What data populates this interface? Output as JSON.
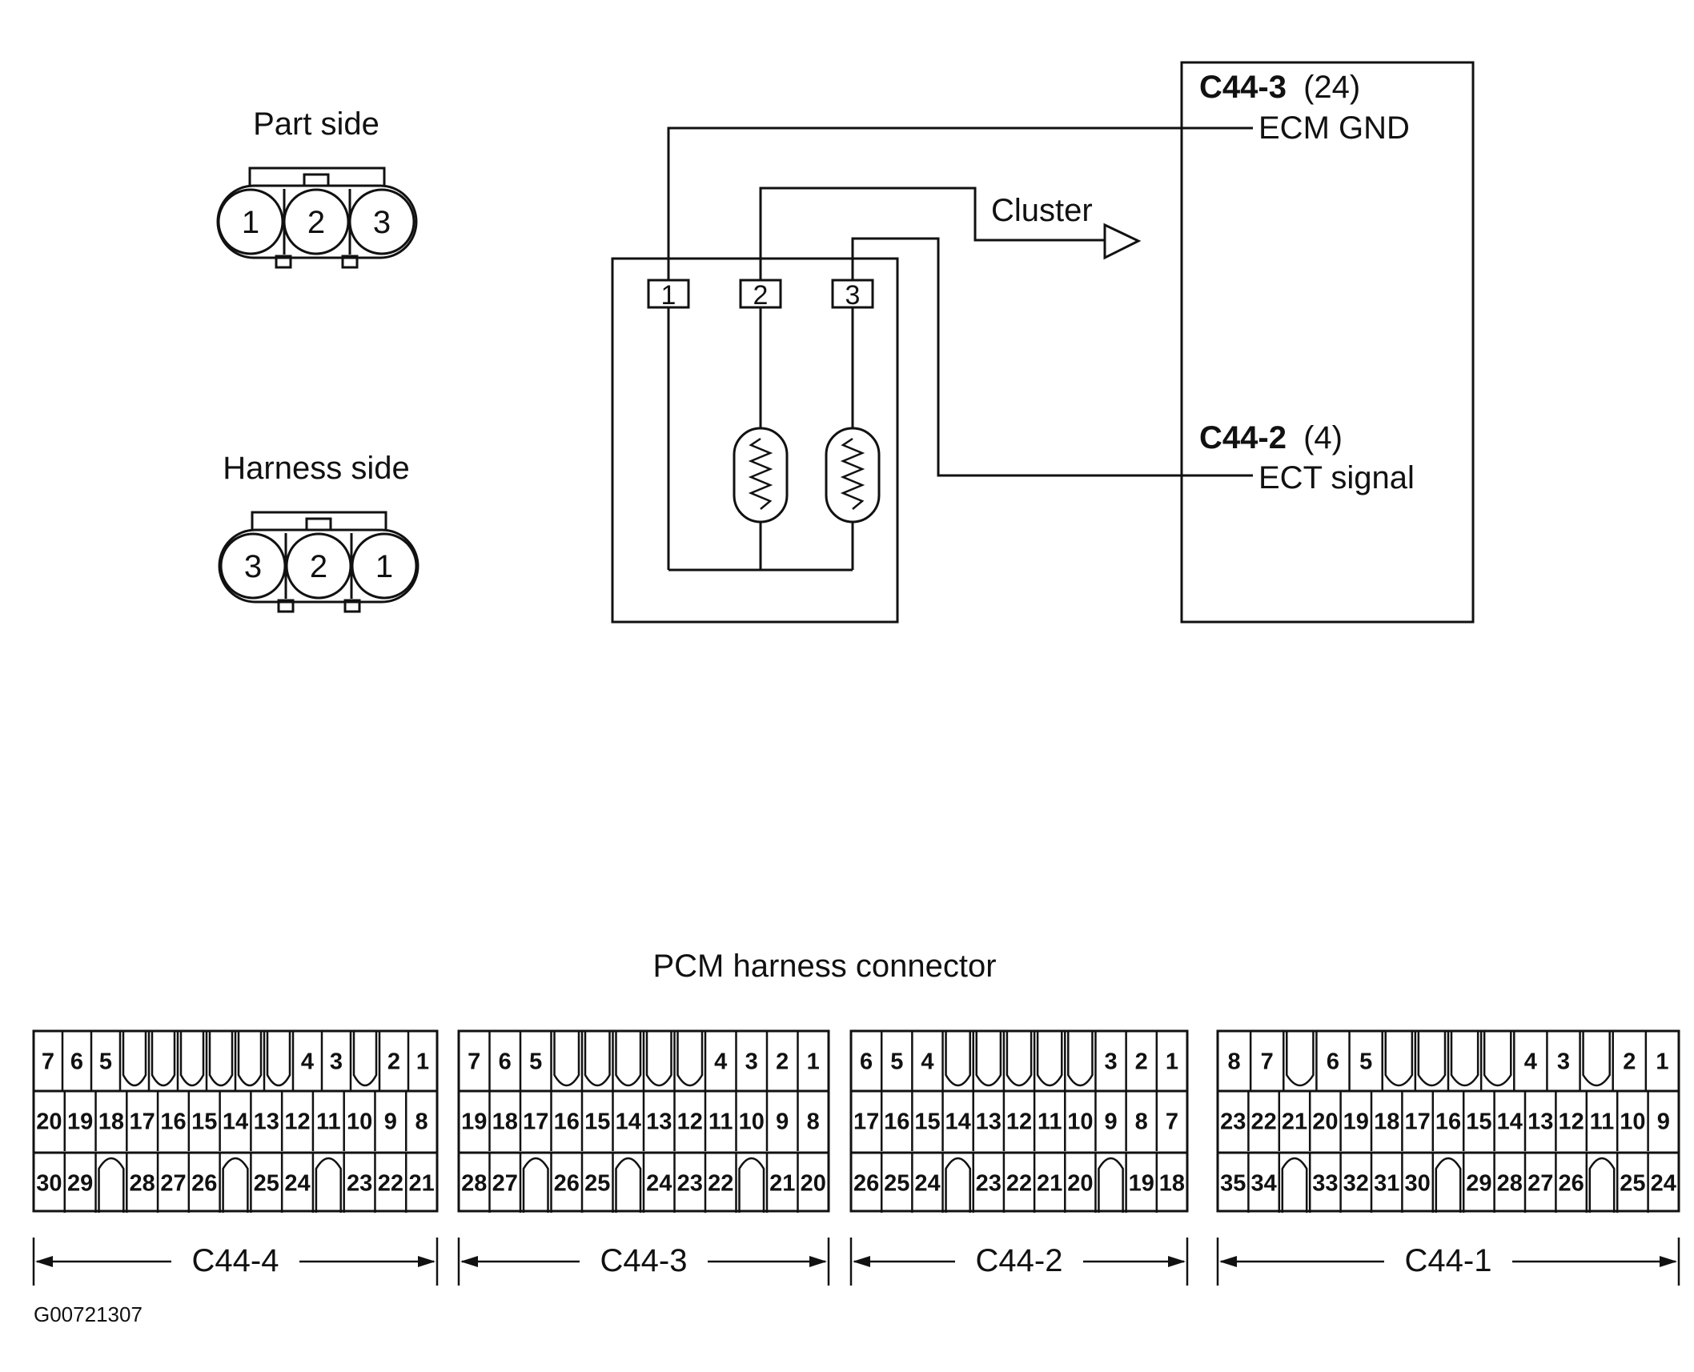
{
  "sensor_connector": {
    "part_side_label": "Part side",
    "part_side_pins": [
      "1",
      "2",
      "3"
    ],
    "harness_side_label": "Harness side",
    "harness_side_pins": [
      "3",
      "2",
      "1"
    ]
  },
  "schematic": {
    "sensor_terminals": [
      "1",
      "2",
      "3"
    ],
    "cluster_label": "Cluster",
    "ecm_gnd": {
      "connector": "C44-3",
      "pin": "(24)",
      "signal": "ECM GND"
    },
    "ect_signal": {
      "connector": "C44-2",
      "pin": "(4)",
      "signal": "ECT signal"
    }
  },
  "pcm_connector": {
    "title": "PCM harness connector",
    "blocks": [
      {
        "name": "C44-4",
        "rows": [
          [
            "7",
            "6",
            "5",
            "",
            "",
            "",
            "",
            "",
            "",
            "4",
            "3",
            "",
            "2",
            "1"
          ],
          [
            "20",
            "19",
            "18",
            "17",
            "16",
            "15",
            "14",
            "13",
            "12",
            "11",
            "10",
            "9",
            "8"
          ],
          [
            "30",
            "29",
            "",
            "28",
            "27",
            "26",
            "",
            "25",
            "24",
            "",
            "23",
            "22",
            "21"
          ]
        ]
      },
      {
        "name": "C44-3",
        "rows": [
          [
            "7",
            "6",
            "5",
            "",
            "",
            "",
            "",
            "",
            "4",
            "3",
            "2",
            "1"
          ],
          [
            "19",
            "18",
            "17",
            "16",
            "15",
            "14",
            "13",
            "12",
            "11",
            "10",
            "9",
            "8"
          ],
          [
            "28",
            "27",
            "",
            "26",
            "25",
            "",
            "24",
            "23",
            "22",
            "",
            "21",
            "20"
          ]
        ]
      },
      {
        "name": "C44-2",
        "rows": [
          [
            "6",
            "5",
            "4",
            "",
            "",
            "",
            "",
            "",
            "3",
            "2",
            "1"
          ],
          [
            "17",
            "16",
            "15",
            "14",
            "13",
            "12",
            "11",
            "10",
            "9",
            "8",
            "7"
          ],
          [
            "26",
            "25",
            "24",
            "",
            "23",
            "22",
            "21",
            "20",
            "",
            "19",
            "18"
          ]
        ]
      },
      {
        "name": "C44-1",
        "rows": [
          [
            "8",
            "7",
            "",
            "6",
            "5",
            "",
            "",
            "",
            "",
            "4",
            "3",
            "",
            "2",
            "1"
          ],
          [
            "23",
            "22",
            "21",
            "20",
            "19",
            "18",
            "17",
            "16",
            "15",
            "14",
            "13",
            "12",
            "11",
            "10",
            "9"
          ],
          [
            "35",
            "34",
            "",
            "33",
            "32",
            "31",
            "30",
            "",
            "29",
            "28",
            "27",
            "26",
            "",
            "25",
            "24"
          ]
        ]
      }
    ]
  },
  "figure_id": "G00721307"
}
